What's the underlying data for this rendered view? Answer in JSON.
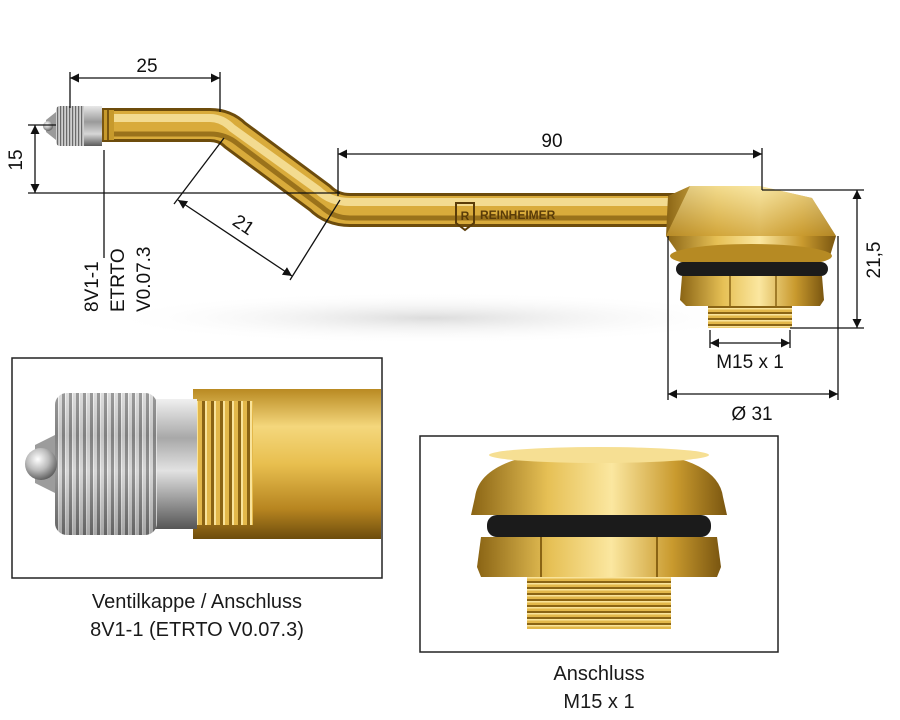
{
  "brand": {
    "logo_letter": "R",
    "name": "REINHEIMER"
  },
  "dimensions": {
    "top_length": "25",
    "height_left": "15",
    "diagonal": "21",
    "long_length": "90",
    "height_right": "21,5",
    "thread_label": "M15 x 1",
    "diameter": "Ø 31"
  },
  "vertical_label": {
    "line1": "8V1-1",
    "line2": "ETRTO",
    "line3": "V0.07.3"
  },
  "captions": {
    "left": {
      "line1": "Ventilkappe / Anschluss",
      "line2": "8V1-1 (ETRTO V0.07.3)"
    },
    "right": {
      "line1": "Anschluss",
      "line2": "M15 x 1"
    }
  },
  "colors": {
    "brass_light": "#f3d77a",
    "brass_mid": "#c99a2e",
    "brass_dark": "#8a6414",
    "steel": "#b8b8b8",
    "rubber": "#1b1b1b",
    "frame": "#222222"
  }
}
